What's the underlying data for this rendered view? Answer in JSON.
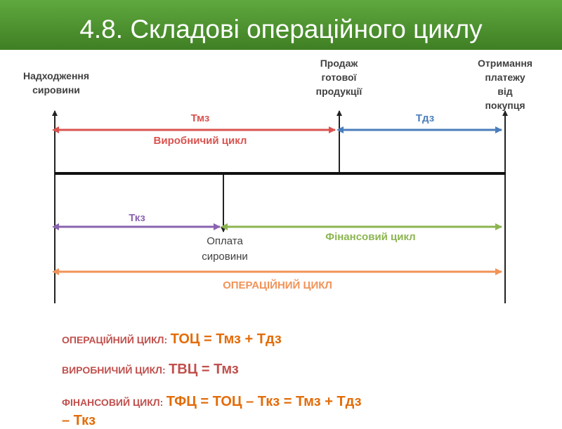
{
  "title": "4.8. Складові операційного циклу",
  "points": {
    "start": "Надходження сировини",
    "sale_line1": "Продаж",
    "sale_line2": "готової",
    "sale_line3": "продукції",
    "receipt_line1": "Отримання",
    "receipt_line2": "платежу",
    "receipt_line3": "від",
    "receipt_line4": "покупця",
    "payment_line1": "Оплата",
    "payment_line2": "сировини"
  },
  "segments": {
    "tmz": "Тмз",
    "production_cycle": "Виробничий цикл",
    "tdz": "Тдз",
    "tkz": "Ткз",
    "financial_cycle": "Фінансовий цикл",
    "operating_cycle": "ОПЕРАЦІЙНИЙ ЦИКЛ"
  },
  "formulas": {
    "f1_name": "ОПЕРАЦІЙНИЙ ЦИКЛ:",
    "f1_expr": "ТОЦ = Тмз + Тдз",
    "f2_name": "ВИРОБНИЧИЙ ЦИКЛ:",
    "f2_expr": "ТВЦ = Тмз",
    "f3_name": "ФІНАНСОВИЙ ЦИКЛ:",
    "f3_expr": "ТФЦ = ТОЦ – Ткз = Тмз + Тдз",
    "f3_expr_cont": "– Ткз"
  },
  "colors": {
    "banner": "#4f9431",
    "tmz": "#d9534f",
    "tdz": "#4a7dbb",
    "tkz": "#8a63b0",
    "financial": "#8cb551",
    "operating": "#f19358",
    "formula_name": "#c0504d",
    "formula_expr": "#e36c09"
  }
}
